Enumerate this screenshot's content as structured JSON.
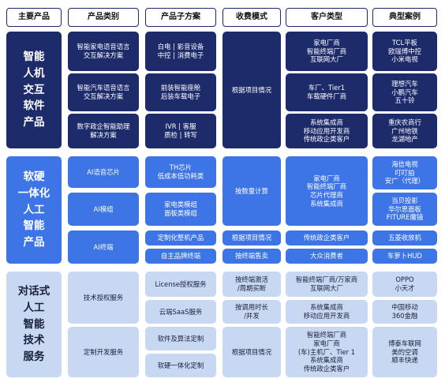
{
  "headers": [
    "主要产品",
    "产品类别",
    "产品子方案",
    "收费模式",
    "客户类型",
    "典型案例"
  ],
  "sections": [
    {
      "id": "hci",
      "product": "智能\n人机\n交互\n软件\n产品",
      "categories": [
        "智能家电语音语言\n交互解决方案",
        "智能汽车语音语言\n交互解决方案",
        "数字政企智能助理\n解决方案"
      ],
      "sub_solutions": [
        "白电  |  影音设备\n中控  |  消费电子",
        "前装智能座舱\n后装车载电子",
        "IVR  |  客服\n质检  |  转写"
      ],
      "charge": "根据项目情况",
      "customers": [
        "家电厂商\n智能终端厂商\n互联网大厂",
        "车厂、Tier1\n车载硬件厂商",
        "系统集成商\n移动应用开发商\n传统政企类客户"
      ],
      "cases": [
        "TCL平板\n欧瑞博中控\n小米电视",
        "理想汽车\n小鹏汽车\n五十铃",
        "重庆农商行\n广州地铁\n龙湖地产"
      ]
    },
    {
      "id": "hw",
      "product": "软硬\n一体化\n人工\n智能\n产品",
      "categories": [
        "AI语音芯片",
        "AI模组",
        "AI终端"
      ],
      "sub_solutions": [
        "TH芯片\n低成本低功耗类",
        "家电类模组\n面板类模组",
        "定制化整机产品",
        "自主品牌终端"
      ],
      "charge": [
        "按数量计算",
        "根据项目情况",
        "按终端售卖"
      ],
      "customers": [
        "家电厂商\n智能终端厂商\n芯片代理商\n系统集成商",
        "传统政企类客户",
        "大众消费者"
      ],
      "cases": [
        "海信电视\n叮叮拍\n安广（代理）",
        "当贝投影\n华尔思面板\nFITURE魔镜",
        "五菱收放机",
        "车萝卜HUD"
      ]
    },
    {
      "id": "dialog",
      "product": "对话式\n人工\n智能\n技术\n服务",
      "categories": [
        "技术授权服务",
        "定制开发服务"
      ],
      "sub_solutions": [
        "License授权服务",
        "云端SaaS服务",
        "软件及算法定制",
        "软硬一体化定制"
      ],
      "charge": [
        "按终端激活\n/周期买断",
        "按调用时长\n/并发",
        "根据项目情况"
      ],
      "customers": [
        "智能终端厂商/万家商\n互联网大厂",
        "系统集成商\n移动应用开发商",
        "智能终端厂商\n家电厂商\n(车)主机厂、Tier 1\n系统集成商\n传统政企类客户"
      ],
      "cases": [
        "OPPO\n小天才",
        "中国移动\n360金融",
        "博泰车联网\n美的空调\n顺丰快递"
      ]
    }
  ]
}
